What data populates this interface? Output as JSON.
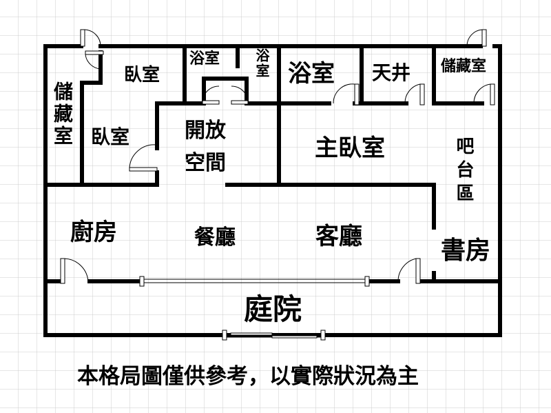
{
  "rooms": {
    "storage_left": "儲藏室",
    "bedroom_top": "臥室",
    "bedroom_left": "臥室",
    "bath_1": "浴室",
    "bath_2": "浴室",
    "bath_3": "浴室",
    "patio": "天井",
    "storage_right": "儲藏室",
    "open_space_1": "開放",
    "open_space_2": "空間",
    "master_bedroom": "主臥室",
    "bar": "吧台區",
    "kitchen": "廚房",
    "dining": "餐廳",
    "living": "客廳",
    "study": "書房",
    "courtyard": "庭院"
  },
  "disclaimer": "本格局圖僅供參考，以實際狀況為主"
}
